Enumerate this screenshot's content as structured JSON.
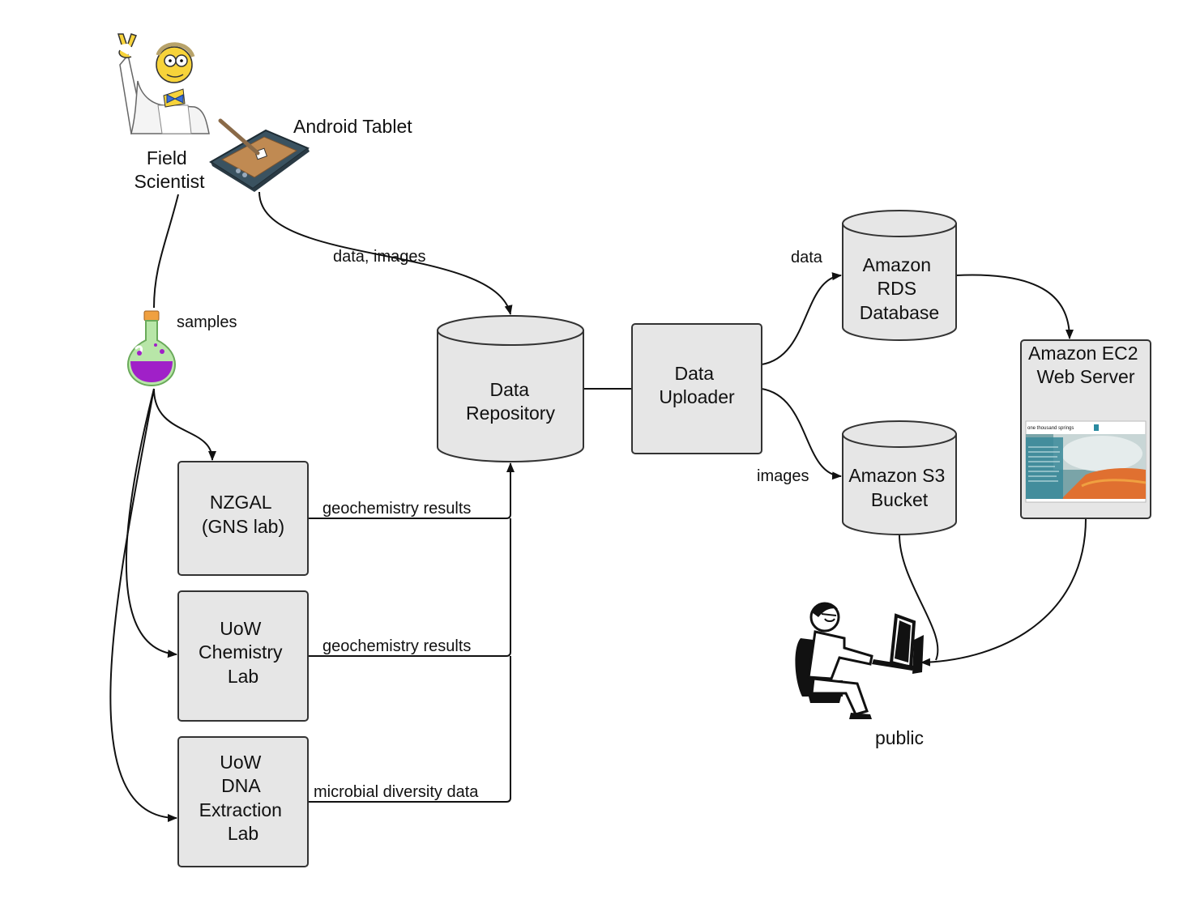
{
  "nodes": {
    "field_scientist": [
      "Field",
      "Scientist"
    ],
    "android_tablet": "Android Tablet",
    "data_repository": [
      "Data",
      "Repository"
    ],
    "data_uploader": [
      "Data",
      "Uploader"
    ],
    "nzgal": [
      "NZGAL",
      "(GNS lab)"
    ],
    "uow_chemistry": [
      "UoW",
      "Chemistry",
      "Lab"
    ],
    "uow_dna": [
      "UoW",
      "DNA",
      "Extraction",
      "Lab"
    ],
    "amazon_rds": [
      "Amazon",
      "RDS",
      "Database"
    ],
    "amazon_s3": [
      "Amazon S3",
      "Bucket"
    ],
    "amazon_ec2": [
      "Amazon EC2",
      "Web Server"
    ],
    "public": "public"
  },
  "edges": {
    "tablet_to_repo": "data, images",
    "samples": "samples",
    "nzgal_to_repo": "geochemistry results",
    "chem_to_repo": "geochemistry results",
    "dna_to_repo": "microbial diversity data",
    "uploader_to_rds": "data",
    "uploader_to_s3": "images"
  },
  "colors": {
    "node_fill": "#e6e6e6",
    "stroke": "#333333",
    "flask_liquid": "#a020c8",
    "flask_glass": "#b8e6a8",
    "flask_cork": "#f0a040"
  },
  "icons": [
    "scientist-icon",
    "tablet-icon",
    "flask-icon",
    "person-at-computer-icon",
    "website-screenshot-icon"
  ],
  "screenshot": {
    "site_name": "one thousand springs"
  }
}
